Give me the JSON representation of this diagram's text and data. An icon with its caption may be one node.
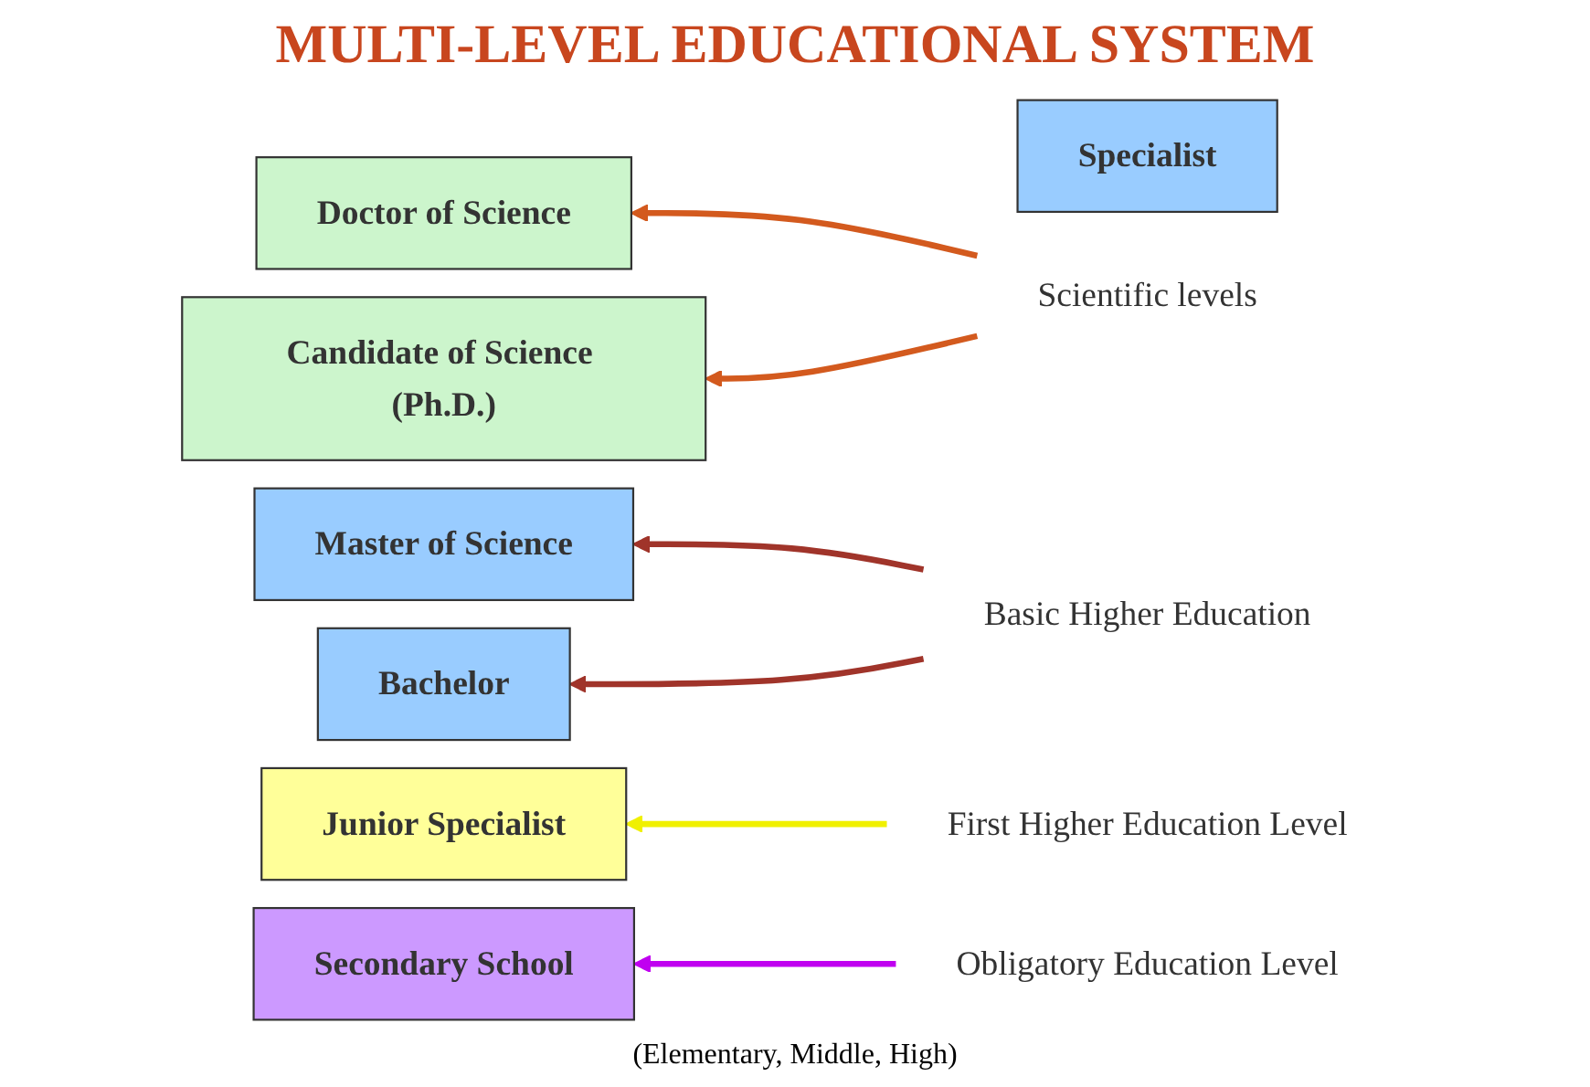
{
  "diagram": {
    "title": "MULTI-LEVEL EDUCATIONAL SYSTEM",
    "nodes": [
      {
        "text": [
          "Doctor of Science"
        ]
      },
      {
        "text": [
          "Candidate of Science (Ph.D.)"
        ]
      },
      {
        "text": [
          "Master of Science"
        ]
      },
      {
        "text": [
          "Specialist"
        ]
      },
      {
        "text": [
          "Bachelor"
        ]
      },
      {
        "text": [
          "Junior Specialist"
        ]
      },
      {
        "text": [
          "Secondary School"
        ],
        "beside": [
          "(Elementary, Middle, High)"
        ]
      },
      {
        "text": [
          "Scientific levels"
        ]
      },
      {
        "text": [
          "Basic Higher Education"
        ]
      },
      {
        "text": [
          "First Higher Education Level"
        ]
      },
      {
        "text": [
          "Obligatory Education Level"
        ]
      }
    ],
    "edges": [
      {
        "from": 7,
        "to": 0,
        "arrow": "to",
        "color": "#d35a1e"
      },
      {
        "from": 7,
        "to": 1,
        "arrow": "to",
        "color": "#d35a1e"
      },
      {
        "from": 8,
        "to": 2,
        "arrow": "to",
        "color": "#a0342a"
      },
      {
        "from": 8,
        "to": 4,
        "arrow": "to",
        "color": "#a0342a"
      },
      {
        "from": 9,
        "to": 5,
        "arrow": "to",
        "color": "#f0f000"
      },
      {
        "from": 10,
        "to": 6,
        "arrow": "to",
        "color": "#c000f0"
      }
    ]
  }
}
